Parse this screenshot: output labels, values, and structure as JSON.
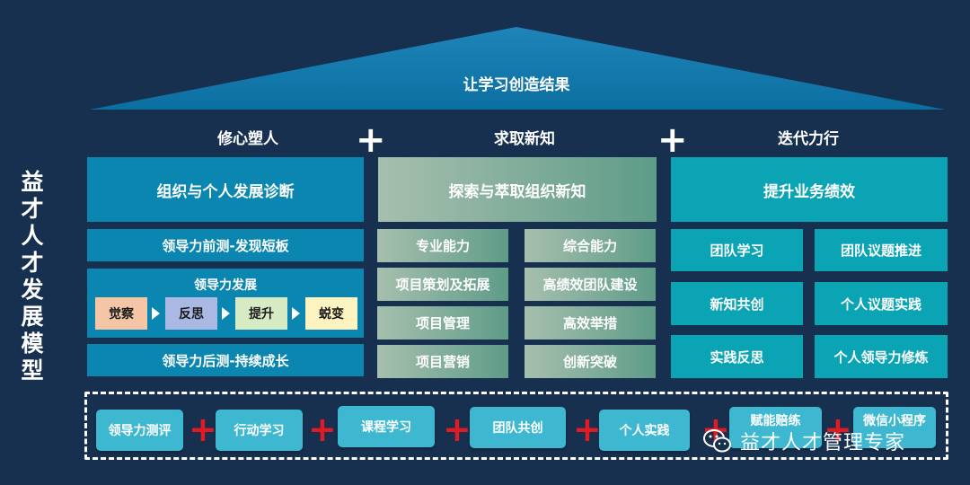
{
  "side_title": [
    "益",
    "才",
    "人",
    "才",
    "发",
    "展",
    "模",
    "型"
  ],
  "roof": {
    "label": "让学习创造结果"
  },
  "columns": {
    "c1": {
      "head": "修心塑人",
      "main": "组织与个人发展诊断"
    },
    "c2": {
      "head": "求取新知",
      "main": "探索与萃取组织新知"
    },
    "c3": {
      "head": "迭代力行",
      "main": "提升业务绩效"
    }
  },
  "plus_sign": "+",
  "left_column": {
    "pre_test": "领导力前测-发现短板",
    "development": {
      "title": "领导力发展",
      "stages": [
        "觉察",
        "反思",
        "提升",
        "蜕变"
      ],
      "stage_colors": [
        "#f4c6a6",
        "#aab8e4",
        "#d6ebc3",
        "#fdf3c0"
      ]
    },
    "post_test": "领导力后测-持续成长"
  },
  "middle_grid": [
    [
      "专业能力",
      "综合能力"
    ],
    [
      "项目策划及拓展",
      "高绩效团队建设"
    ],
    [
      "项目管理",
      "高效举措"
    ],
    [
      "项目营销",
      "创新突破"
    ]
  ],
  "right_grid": [
    [
      "团队学习",
      "团队议题推进"
    ],
    [
      "新知共创",
      "个人议题实践"
    ],
    [
      "实践反思",
      "个人领导力修炼"
    ]
  ],
  "bottom_items": [
    "领导力测评",
    "行动学习",
    "课程学习",
    "团队共创",
    "个人实践",
    "赋能赔练",
    "微信小程序"
  ],
  "watermark": "益才人才管理专家",
  "colors": {
    "background": "#17304f",
    "accent_blue": "#0a86b0",
    "accent_teal": "#0ba4b4",
    "red_plus": "#e21b23"
  }
}
